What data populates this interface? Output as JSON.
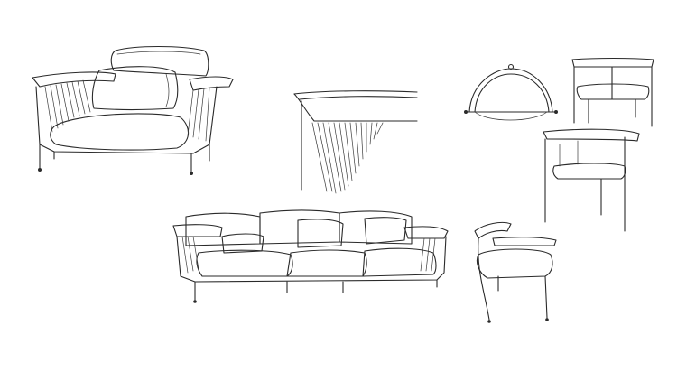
{
  "sketches": [
    {
      "id": "armchair",
      "name": "armchair-sketch"
    },
    {
      "id": "frame-detail",
      "name": "frame-detail-sketch"
    },
    {
      "id": "sofa",
      "name": "sofa-sketch"
    },
    {
      "id": "dome-lamp",
      "name": "dome-lamp-sketch"
    },
    {
      "id": "chair-front",
      "name": "dining-chair-front-sketch"
    },
    {
      "id": "chair-side",
      "name": "dining-chair-side-sketch"
    },
    {
      "id": "chair-low",
      "name": "lounge-chair-sketch"
    }
  ],
  "colors": {
    "background": "#ffffff",
    "ink": "#2a2a2a"
  }
}
